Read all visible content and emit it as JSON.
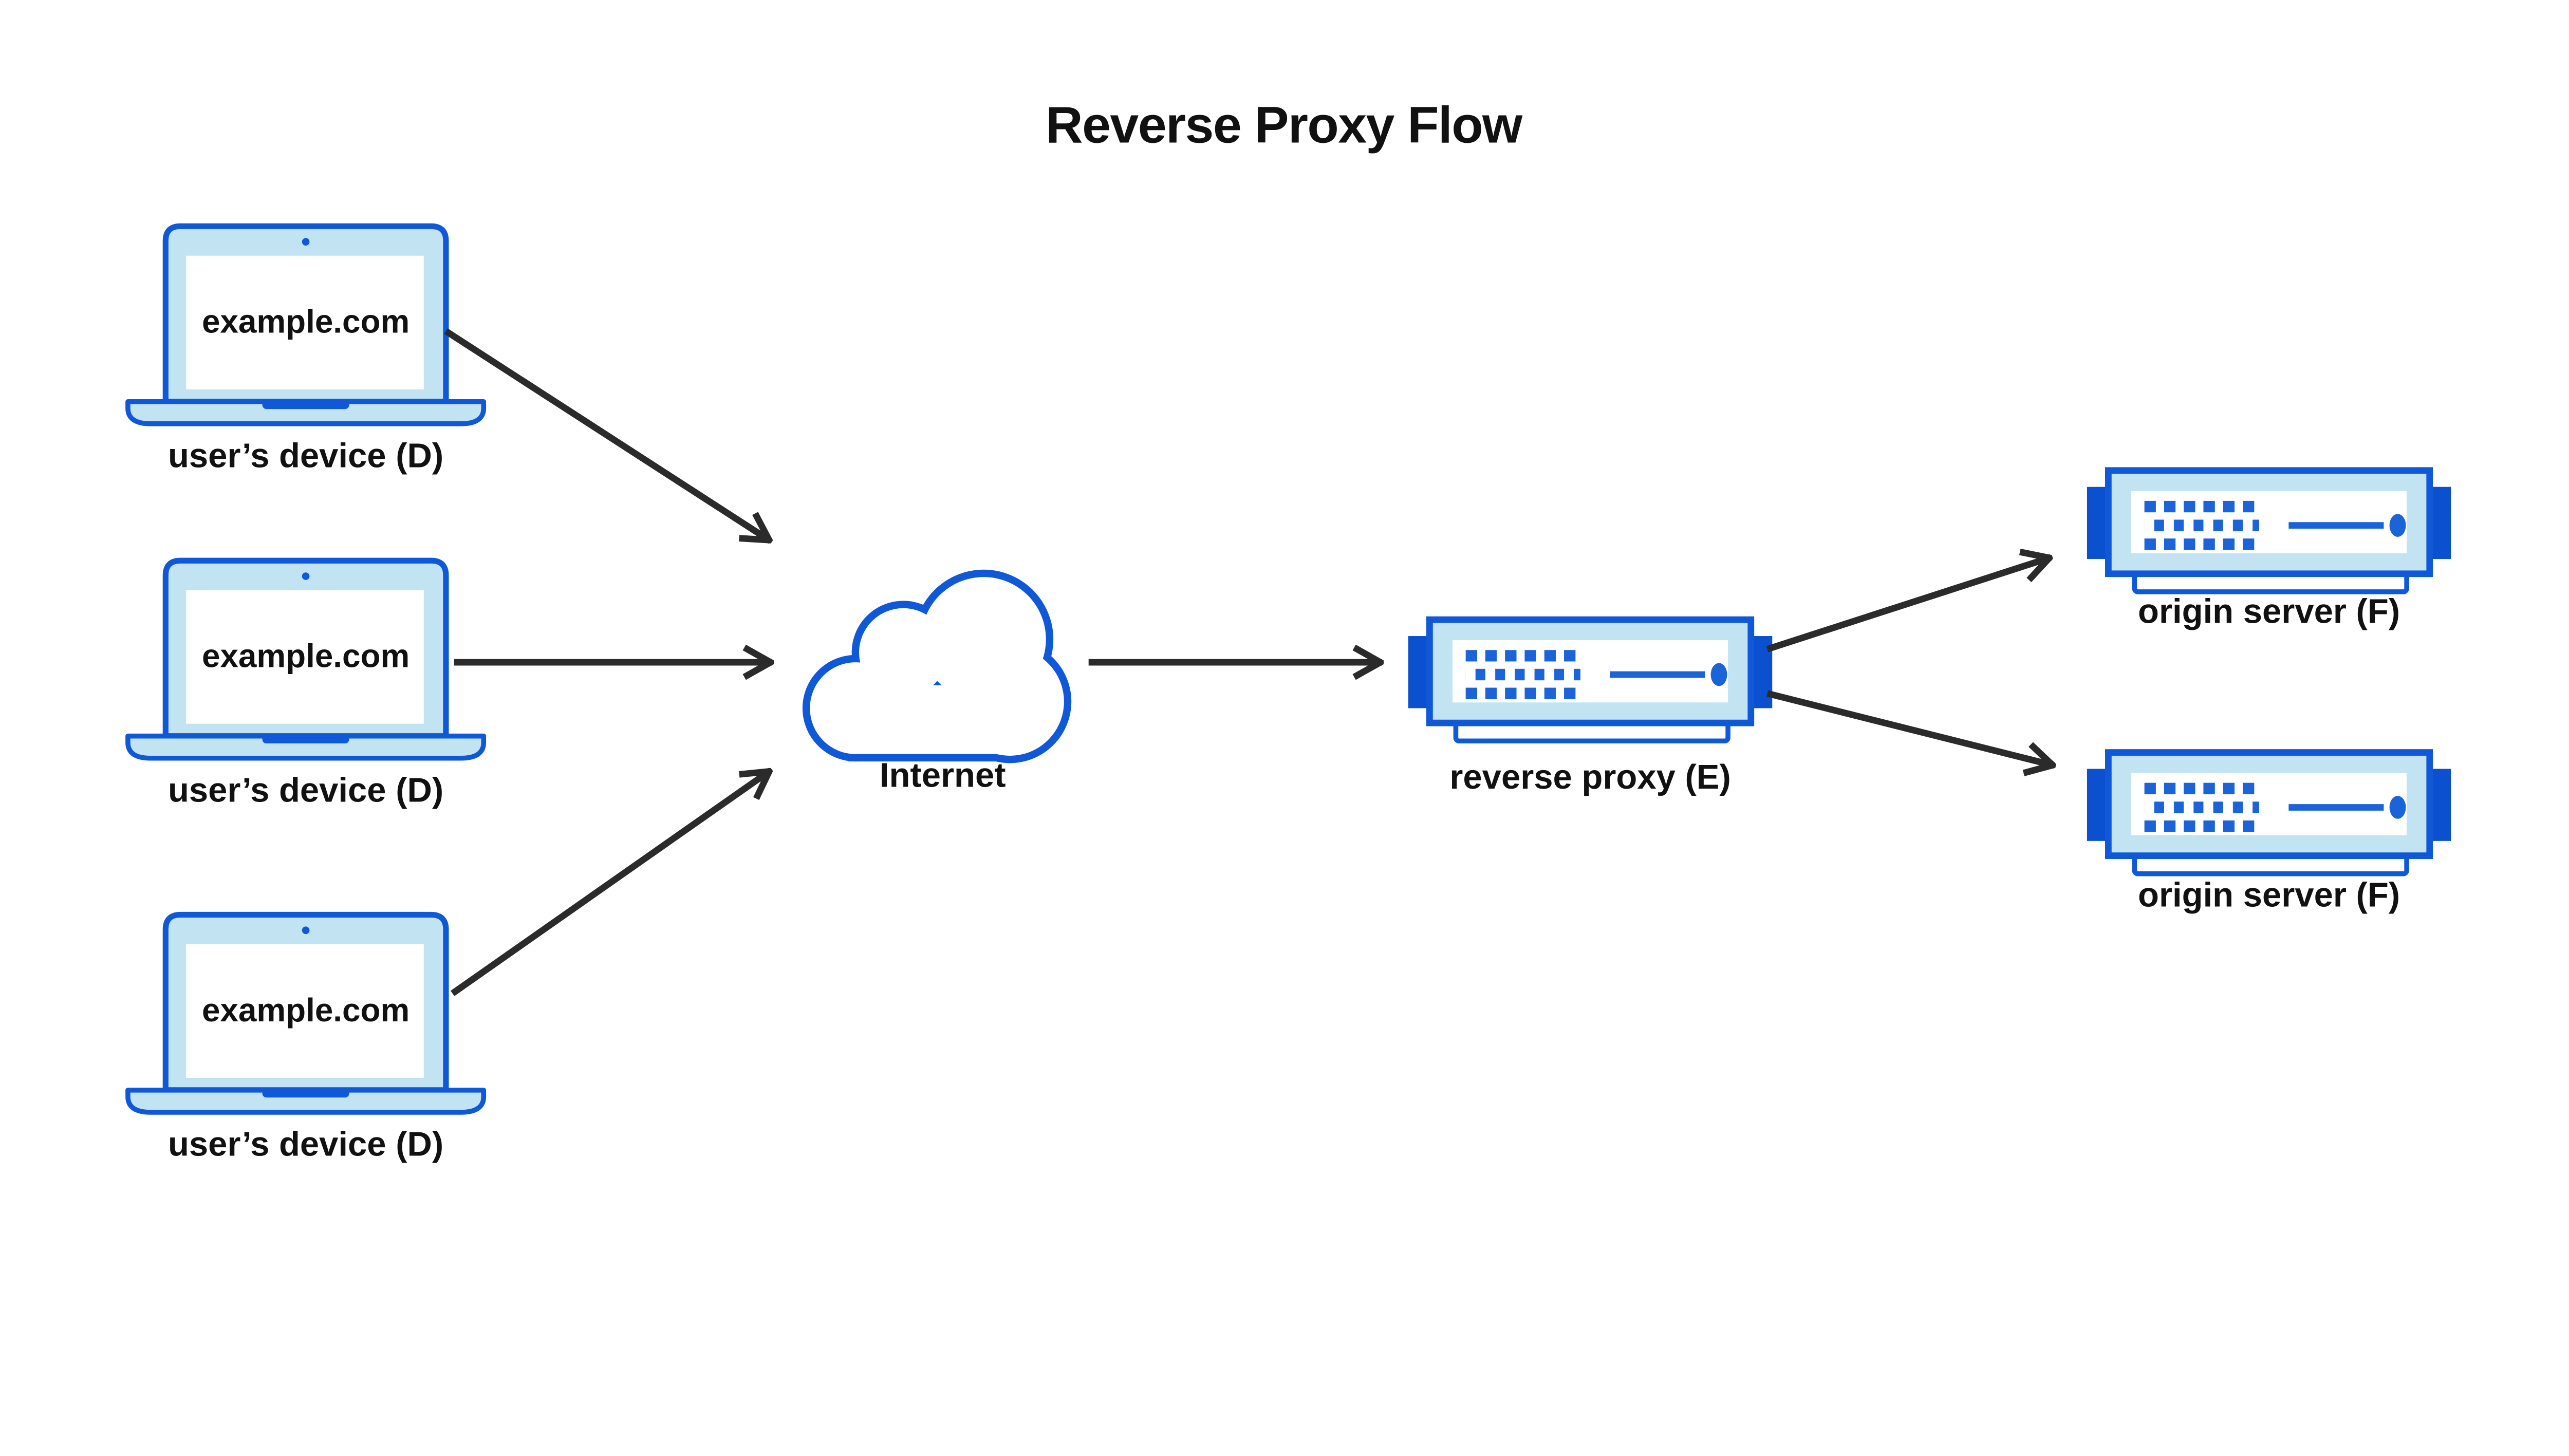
{
  "title": "Reverse Proxy Flow",
  "colors": {
    "background": "#ffffff",
    "outline_blue": "#0f58d7",
    "panel_light_blue": "#c2e4f2",
    "tab_dark_blue": "#0b51cf",
    "detail_blue": "#1b63d9",
    "arrow_black": "#2b2b2b",
    "text_black": "#111111"
  },
  "nodes": {
    "devices": [
      {
        "screen_text": "example.com",
        "label": "user’s device (D)"
      },
      {
        "screen_text": "example.com",
        "label": "user’s device (D)"
      },
      {
        "screen_text": "example.com",
        "label": "user’s device (D)"
      }
    ],
    "internet": {
      "label": "Internet"
    },
    "reverse_proxy": {
      "label": "reverse proxy (E)"
    },
    "origin_servers": [
      {
        "label": "origin server (F)"
      },
      {
        "label": "origin server (F)"
      }
    ]
  }
}
